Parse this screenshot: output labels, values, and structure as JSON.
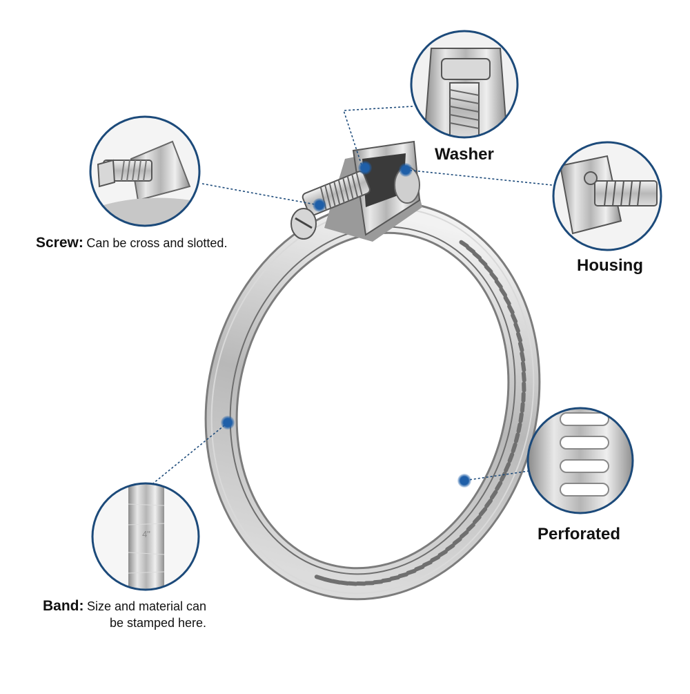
{
  "callouts": {
    "screw": {
      "term": "Screw:",
      "description": "Can be cross and slotted."
    },
    "washer": {
      "title": "Washer"
    },
    "housing": {
      "title": "Housing"
    },
    "perforated": {
      "title": "Perforated"
    },
    "band": {
      "term": "Band:",
      "description_line1": "Size and material can",
      "description_line2": "be stamped here.",
      "stamp_text": "4\""
    }
  },
  "colors": {
    "accent": "#1c4a7a",
    "marker": "#1f5fa8",
    "steel_light": "#e6e6e6",
    "steel_mid": "#bdbdbd",
    "steel_dark": "#7e7e7e"
  }
}
